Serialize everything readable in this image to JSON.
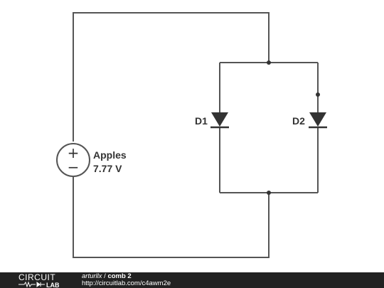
{
  "source": {
    "name": "Apples",
    "value": "7.77 V",
    "plus_symbol": "+",
    "minus_symbol": "−"
  },
  "diodes": [
    {
      "label": "D1"
    },
    {
      "label": "D2"
    }
  ],
  "footer": {
    "logo_top": "CIRCUIT",
    "logo_bottom": "LAB",
    "author": "arturllx",
    "separator": " / ",
    "title": "comb 2",
    "url": "http://circuitlab.com/c4awm2e"
  },
  "colors": {
    "wire": "#555555",
    "diode": "#333333",
    "footer_bg": "#222222"
  }
}
